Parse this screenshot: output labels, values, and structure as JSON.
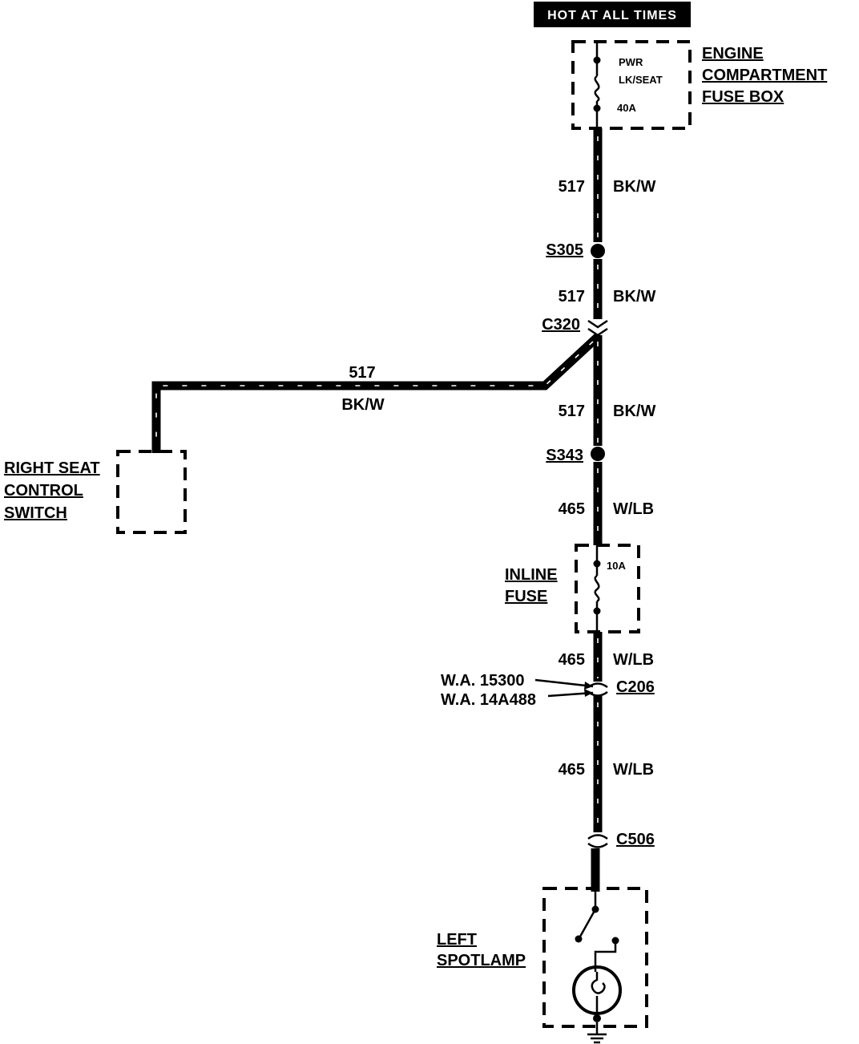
{
  "power_tag": "HOT AT ALL TIMES",
  "fuse_box": {
    "title_lines": [
      "ENGINE",
      "COMPARTMENT",
      "FUSE BOX"
    ],
    "fuse_name_lines": [
      "PWR",
      "LK/SEAT"
    ],
    "fuse_rating": "40A"
  },
  "wires": {
    "seg1": {
      "circuit": "517",
      "color": "BK/W"
    },
    "seg2": {
      "circuit": "517",
      "color": "BK/W"
    },
    "branch": {
      "circuit": "517",
      "color": "BK/W"
    },
    "seg3": {
      "circuit": "517",
      "color": "BK/W"
    },
    "seg4": {
      "circuit": "465",
      "color": "W/LB"
    },
    "seg5": {
      "circuit": "465",
      "color": "W/LB"
    },
    "seg6": {
      "circuit": "465",
      "color": "W/LB"
    }
  },
  "splices": {
    "s305": "S305",
    "s343": "S343"
  },
  "connectors": {
    "c320": "C320",
    "c206": "C206",
    "c506": "C506",
    "wa_lines": [
      "W.A. 15300",
      "W.A. 14A488"
    ]
  },
  "inline_fuse": {
    "label_lines": [
      "INLINE",
      "FUSE"
    ],
    "rating": "10A"
  },
  "right_seat_switch": {
    "label_lines": [
      "RIGHT SEAT",
      "CONTROL",
      "SWITCH"
    ]
  },
  "left_spotlamp": {
    "label_lines": [
      "LEFT",
      "SPOTLAMP"
    ]
  }
}
